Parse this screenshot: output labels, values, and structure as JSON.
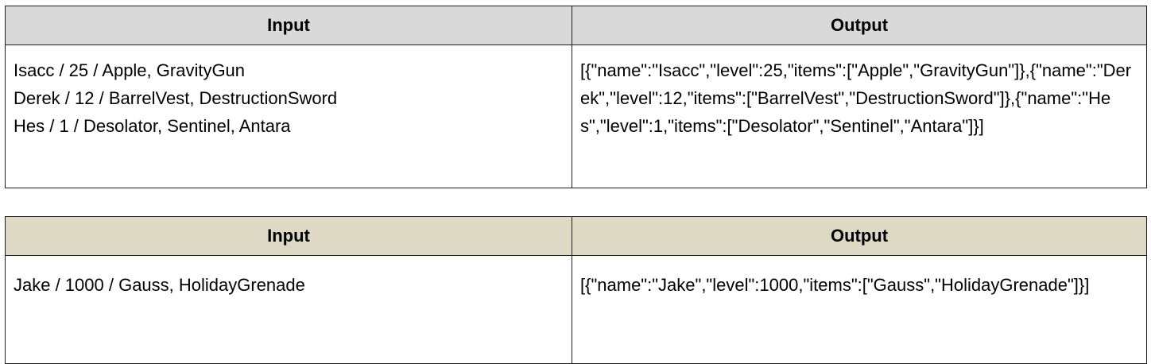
{
  "tables": [
    {
      "header": {
        "input": "Input",
        "output": "Output"
      },
      "header_bg": "#d9d9d9",
      "input_lines": [
        "Isacc / 25 / Apple, GravityGun",
        "Derek / 12 / BarrelVest, DestructionSword",
        "Hes / 1 / Desolator, Sentinel, Antara"
      ],
      "output": "[{\"name\":\"Isacc\",\"level\":25,\"items\":[\"Apple\",\"GravityGun\"]},{\"name\":\"Derek\",\"level\":12,\"items\":[\"BarrelVest\",\"DestructionSword\"]},{\"name\":\"Hes\",\"level\":1,\"items\":[\"Desolator\",\"Sentinel\",\"Antara\"]}]"
    },
    {
      "header": {
        "input": "Input",
        "output": "Output"
      },
      "header_bg": "#ddd9c4",
      "input_lines": [
        "Jake / 1000 / Gauss, HolidayGrenade"
      ],
      "output": "[{\"name\":\"Jake\",\"level\":1000,\"items\":[\"Gauss\",\"HolidayGrenade\"]}]"
    }
  ]
}
